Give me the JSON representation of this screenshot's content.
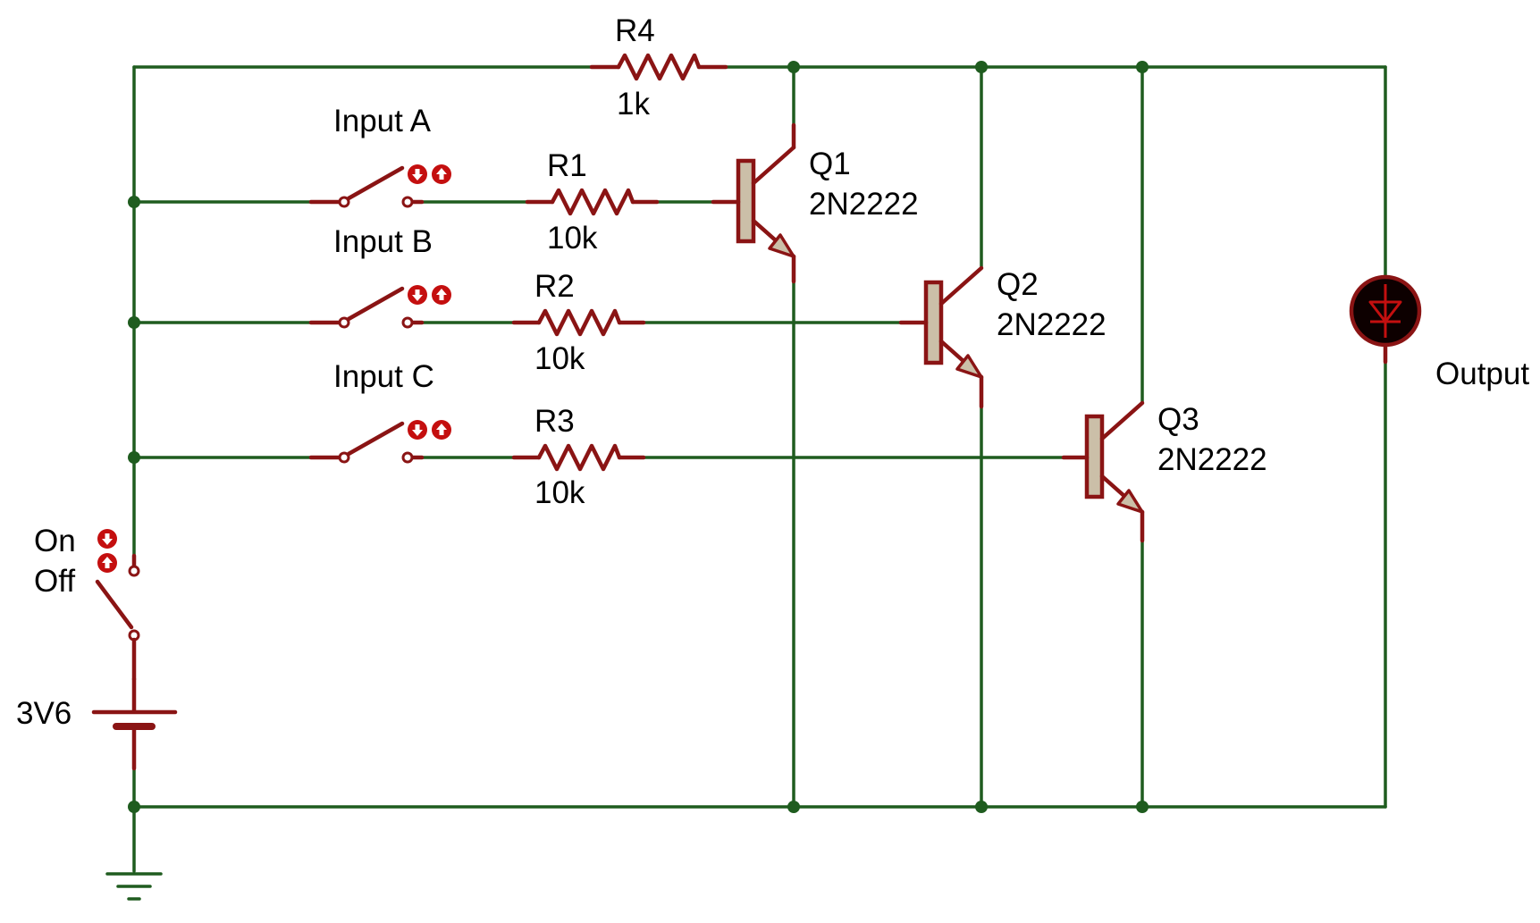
{
  "components": {
    "r4": {
      "ref": "R4",
      "value": "1k"
    },
    "r1": {
      "ref": "R1",
      "value": "10k"
    },
    "r2": {
      "ref": "R2",
      "value": "10k"
    },
    "r3": {
      "ref": "R3",
      "value": "10k"
    },
    "q1": {
      "ref": "Q1",
      "part": "2N2222"
    },
    "q2": {
      "ref": "Q2",
      "part": "2N2222"
    },
    "q3": {
      "ref": "Q3",
      "part": "2N2222"
    },
    "battery": {
      "value": "3V6"
    },
    "power_switch": {
      "on_label": "On",
      "off_label": "Off"
    },
    "input_a": {
      "label": "Input A"
    },
    "input_b": {
      "label": "Input B"
    },
    "input_c": {
      "label": "Input C"
    },
    "led": {
      "label": "Output"
    }
  },
  "colors": {
    "wire": "#1f5c1f",
    "component": "#8a1414",
    "transistor_body": "#cbbfa8",
    "button": "#c40f0f"
  }
}
